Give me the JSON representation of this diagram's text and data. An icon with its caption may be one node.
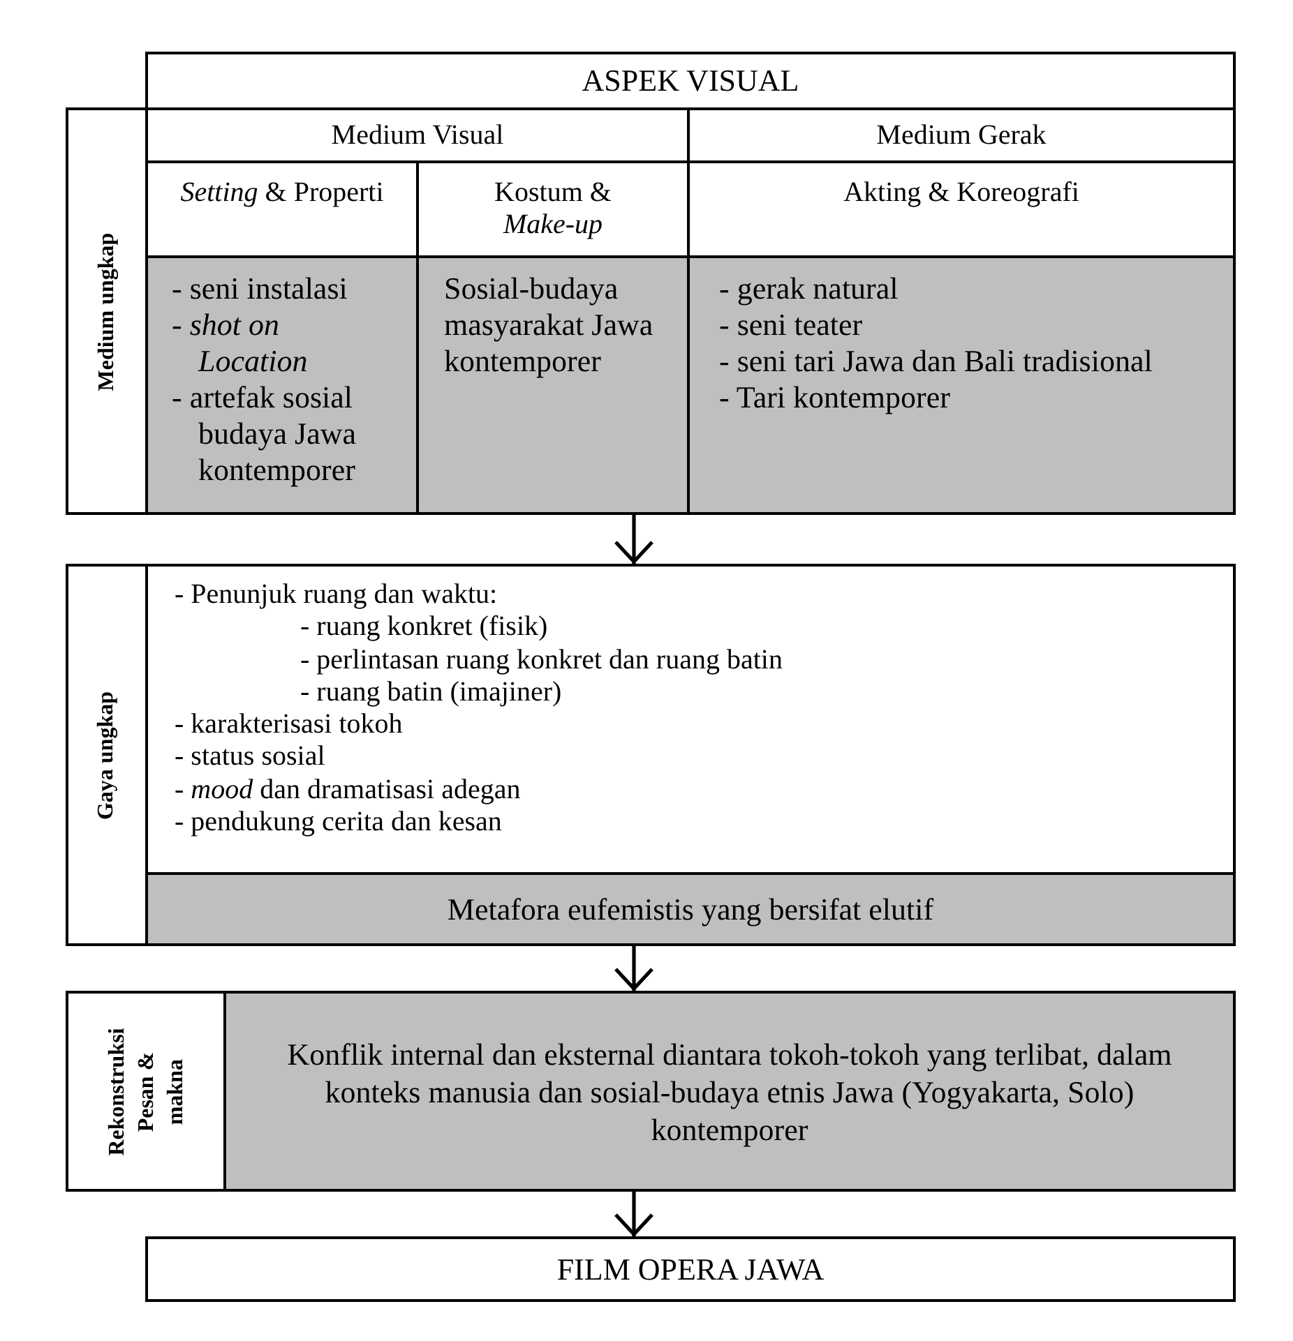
{
  "diagram": {
    "nodes": [
      {
        "text": [
          "ASPEK VISUAL"
        ]
      },
      {
        "text": [
          "Medium ungkap"
        ]
      },
      {
        "text": [
          "Medium Visual"
        ],
        "in": 1
      },
      {
        "text": [
          "Medium Gerak"
        ],
        "in": 1
      },
      {
        "text": [
          "*Setting* & Properti"
        ],
        "in": 1
      },
      {
        "text": [
          "Kostum & *Make-up*"
        ],
        "in": 1
      },
      {
        "text": [
          "Akting & Koreografi"
        ],
        "in": 1
      },
      {
        "text": [
          "- seni instalasi",
          "- *shot on Location*",
          "- artefak sosial budaya Jawa kontemporer"
        ],
        "in": 1
      },
      {
        "text": [
          "Sosial-budaya masyarakat Jawa kontemporer"
        ],
        "in": 1
      },
      {
        "text": [
          "- gerak natural",
          "- seni teater",
          "- seni tari Jawa dan Bali tradisional",
          "- Tari kontemporer"
        ],
        "in": 1
      },
      {
        "text": [
          "Gaya ungkap"
        ]
      },
      {
        "text": [
          "- Penunjuk ruang dan waktu:",
          "- ruang konkret (fisik)",
          "- perlintasan ruang konkret dan ruang batin",
          "- ruang batin (imajiner)",
          "- karakterisasi tokoh",
          "- status sosial",
          "- *mood* dan dramatisasi adegan",
          "- pendukung cerita dan kesan"
        ],
        "in": 10
      },
      {
        "text": [
          "Metafora eufemistis yang bersifat elutif"
        ],
        "in": 10
      },
      {
        "text": [
          "Rekonstruksi Pesan & makna"
        ]
      },
      {
        "text": [
          "Konflik internal dan eksternal diantara tokoh-tokoh yang terlibat, dalam konteks manusia dan sosial-budaya etnis Jawa (Yogyakarta, Solo) kontemporer"
        ],
        "in": 13
      },
      {
        "text": [
          "FILM OPERA JAWA"
        ]
      }
    ],
    "edges": [
      {
        "from": 1,
        "to": 10,
        "arrow": "to"
      },
      {
        "from": 10,
        "to": 13,
        "arrow": "to"
      },
      {
        "from": 13,
        "to": 15,
        "arrow": "to"
      }
    ]
  }
}
